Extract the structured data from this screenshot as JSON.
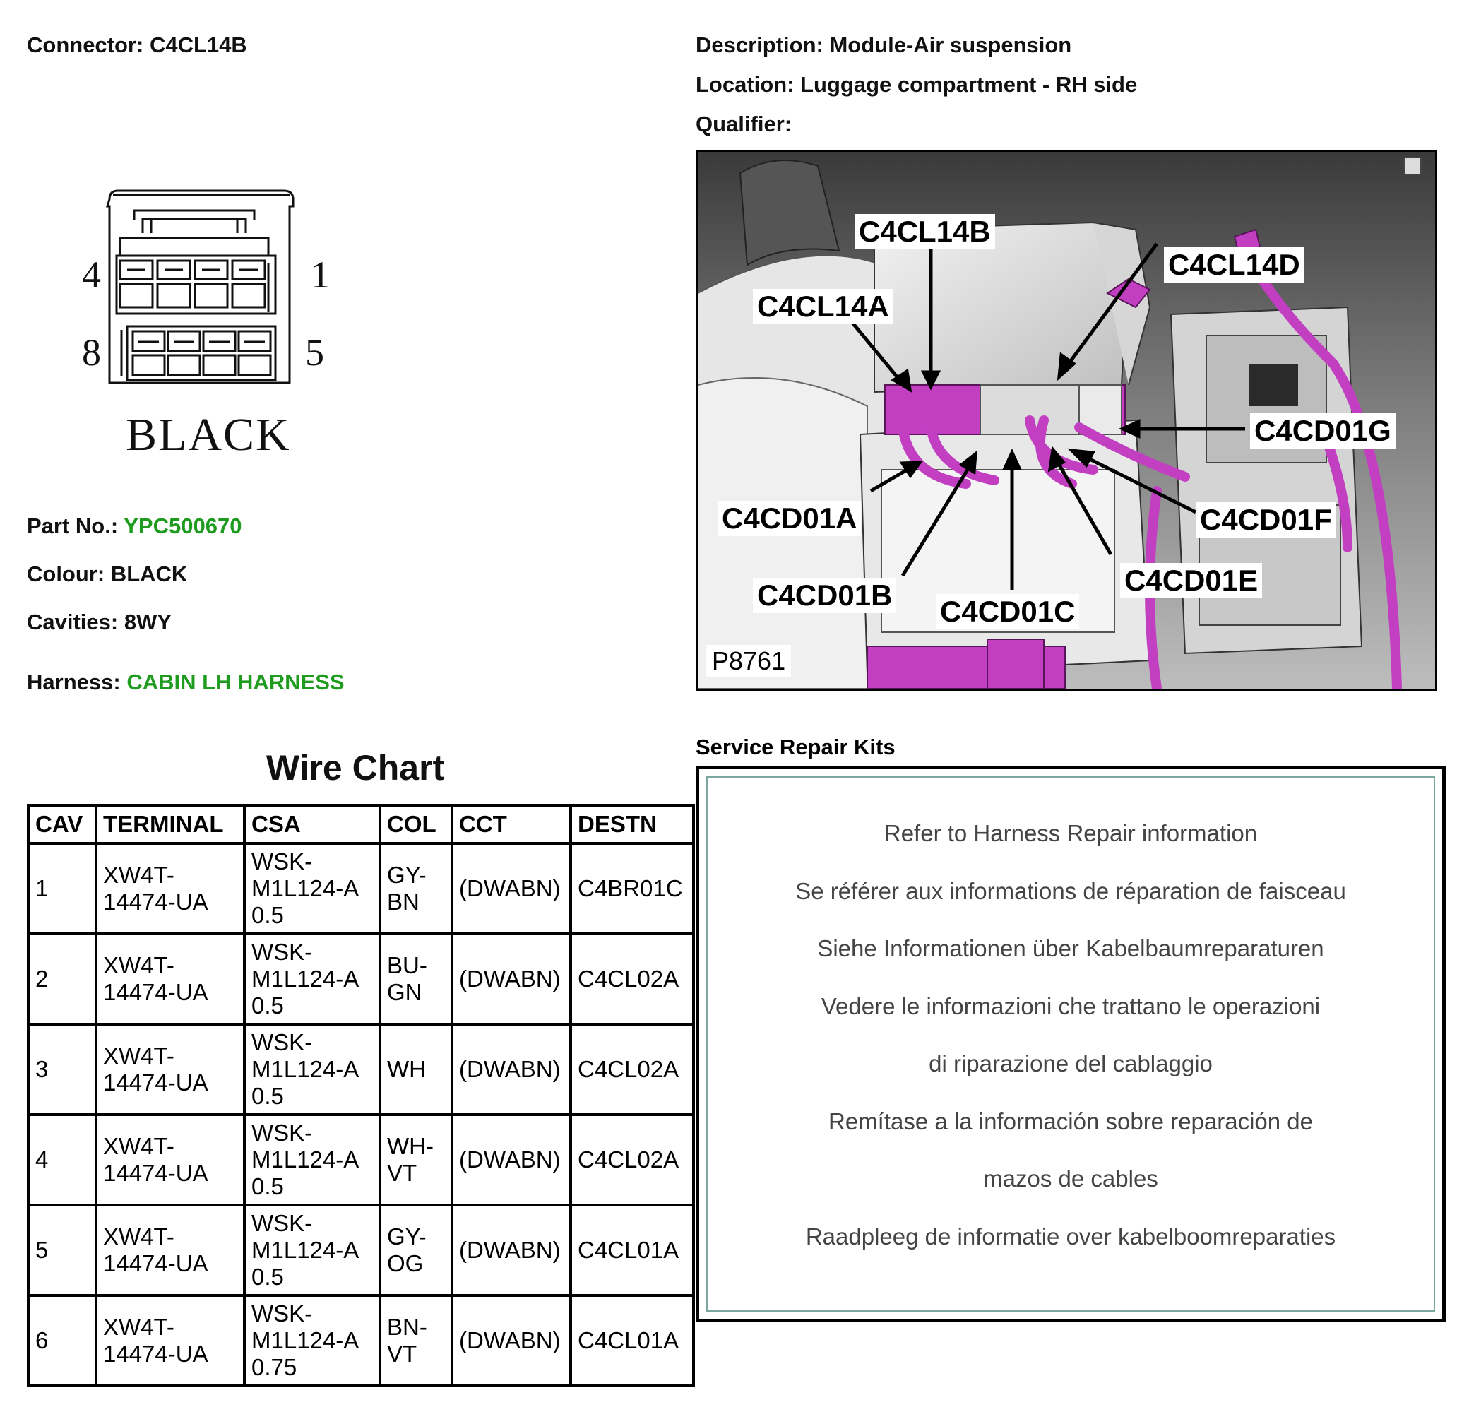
{
  "header": {
    "connector_label": "Connector:",
    "connector_value": "C4CL14B",
    "description_label": "Description:",
    "description_value": "Module-Air suspension",
    "location_label": "Location:",
    "location_value": "Luggage compartment - RH side",
    "qualifier_label": "Qualifier:",
    "qualifier_value": ""
  },
  "connector_drawing": {
    "pin_top_left": "4",
    "pin_top_right": "1",
    "pin_bottom_left": "8",
    "pin_bottom_right": "5",
    "color_name": "BLACK"
  },
  "details": {
    "part_label": "Part No.:",
    "part_value": "YPC500670",
    "colour_label": "Colour:",
    "colour_value": "BLACK",
    "cavities_label": "Cavities:",
    "cavities_value": "8WY",
    "harness_label": "Harness:",
    "harness_value": "CABIN LH HARNESS",
    "link_color": "#1f9b1f"
  },
  "photo": {
    "reference": "P8761",
    "callouts": {
      "c4cl14b": "C4CL14B",
      "c4cl14d": "C4CL14D",
      "c4cl14a": "C4CL14A",
      "c4cd01g": "C4CD01G",
      "c4cd01a": "C4CD01A",
      "c4cd01f": "C4CD01F",
      "c4cd01e": "C4CD01E",
      "c4cd01b": "C4CD01B",
      "c4cd01c": "C4CD01C"
    },
    "harness_color": "#c23fc2"
  },
  "wire_chart": {
    "title": "Wire Chart",
    "columns": [
      "CAV",
      "TERMINAL",
      "CSA",
      "COL",
      "CCT",
      "DESTN"
    ],
    "rows": [
      {
        "cav": "1",
        "terminal": [
          "XW4T-",
          "14474-UA"
        ],
        "csa": [
          "WSK-",
          "M1L124-A",
          "0.5"
        ],
        "col": [
          "GY-",
          "BN"
        ],
        "cct": "(DWABN)",
        "destn": "C4BR01C"
      },
      {
        "cav": "2",
        "terminal": [
          "XW4T-",
          "14474-UA"
        ],
        "csa": [
          "WSK-",
          "M1L124-A",
          "0.5"
        ],
        "col": [
          "BU-",
          "GN"
        ],
        "cct": "(DWABN)",
        "destn": "C4CL02A"
      },
      {
        "cav": "3",
        "terminal": [
          "XW4T-",
          "14474-UA"
        ],
        "csa": [
          "WSK-",
          "M1L124-A",
          "0.5"
        ],
        "col": [
          "WH"
        ],
        "cct": "(DWABN)",
        "destn": "C4CL02A"
      },
      {
        "cav": "4",
        "terminal": [
          "XW4T-",
          "14474-UA"
        ],
        "csa": [
          "WSK-",
          "M1L124-A",
          "0.5"
        ],
        "col": [
          "WH-",
          "VT"
        ],
        "cct": "(DWABN)",
        "destn": "C4CL02A"
      },
      {
        "cav": "5",
        "terminal": [
          "XW4T-",
          "14474-UA"
        ],
        "csa": [
          "WSK-",
          "M1L124-A",
          "0.5"
        ],
        "col": [
          "GY-",
          "OG"
        ],
        "cct": "(DWABN)",
        "destn": "C4CL01A"
      },
      {
        "cav": "6",
        "terminal": [
          "XW4T-",
          "14474-UA"
        ],
        "csa": [
          "WSK-",
          "M1L124-A",
          "0.75"
        ],
        "col": [
          "BN-",
          "VT"
        ],
        "cct": "(DWABN)",
        "destn": "C4CL01A"
      }
    ]
  },
  "service_repair": {
    "title": "Service Repair Kits",
    "lines": [
      "Refer to Harness Repair information",
      "Se référer aux informations de réparation de faisceau",
      "Siehe Informationen über Kabelbaumreparaturen",
      "Vedere le informazioni che trattano le operazioni",
      "di riparazione del cablaggio",
      "Remítase a la información sobre reparación de",
      "mazos de cables",
      "Raadpleeg de informatie over kabelboomreparaties"
    ]
  }
}
